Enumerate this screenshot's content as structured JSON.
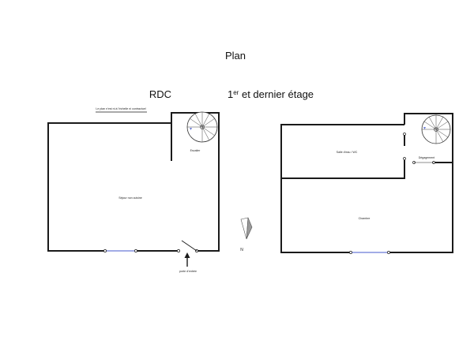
{
  "title": "Plan",
  "floors": {
    "ground": {
      "label": "RDC",
      "scale_note": "Le plan n'est ni à l'échelle ni contractuel",
      "rooms": {
        "living": "Séjour non cuisine",
        "stairs": "Escalier"
      },
      "entrance": "porte d'entrée"
    },
    "upper": {
      "label_main": "1",
      "label_sup": "er",
      "label_rest": " et dernier étage",
      "rooms": {
        "bathroom": "Salle d'eau / WC",
        "hall": "Dégagement",
        "bedroom": "Chambre"
      }
    }
  },
  "compass": {
    "label": "N"
  }
}
